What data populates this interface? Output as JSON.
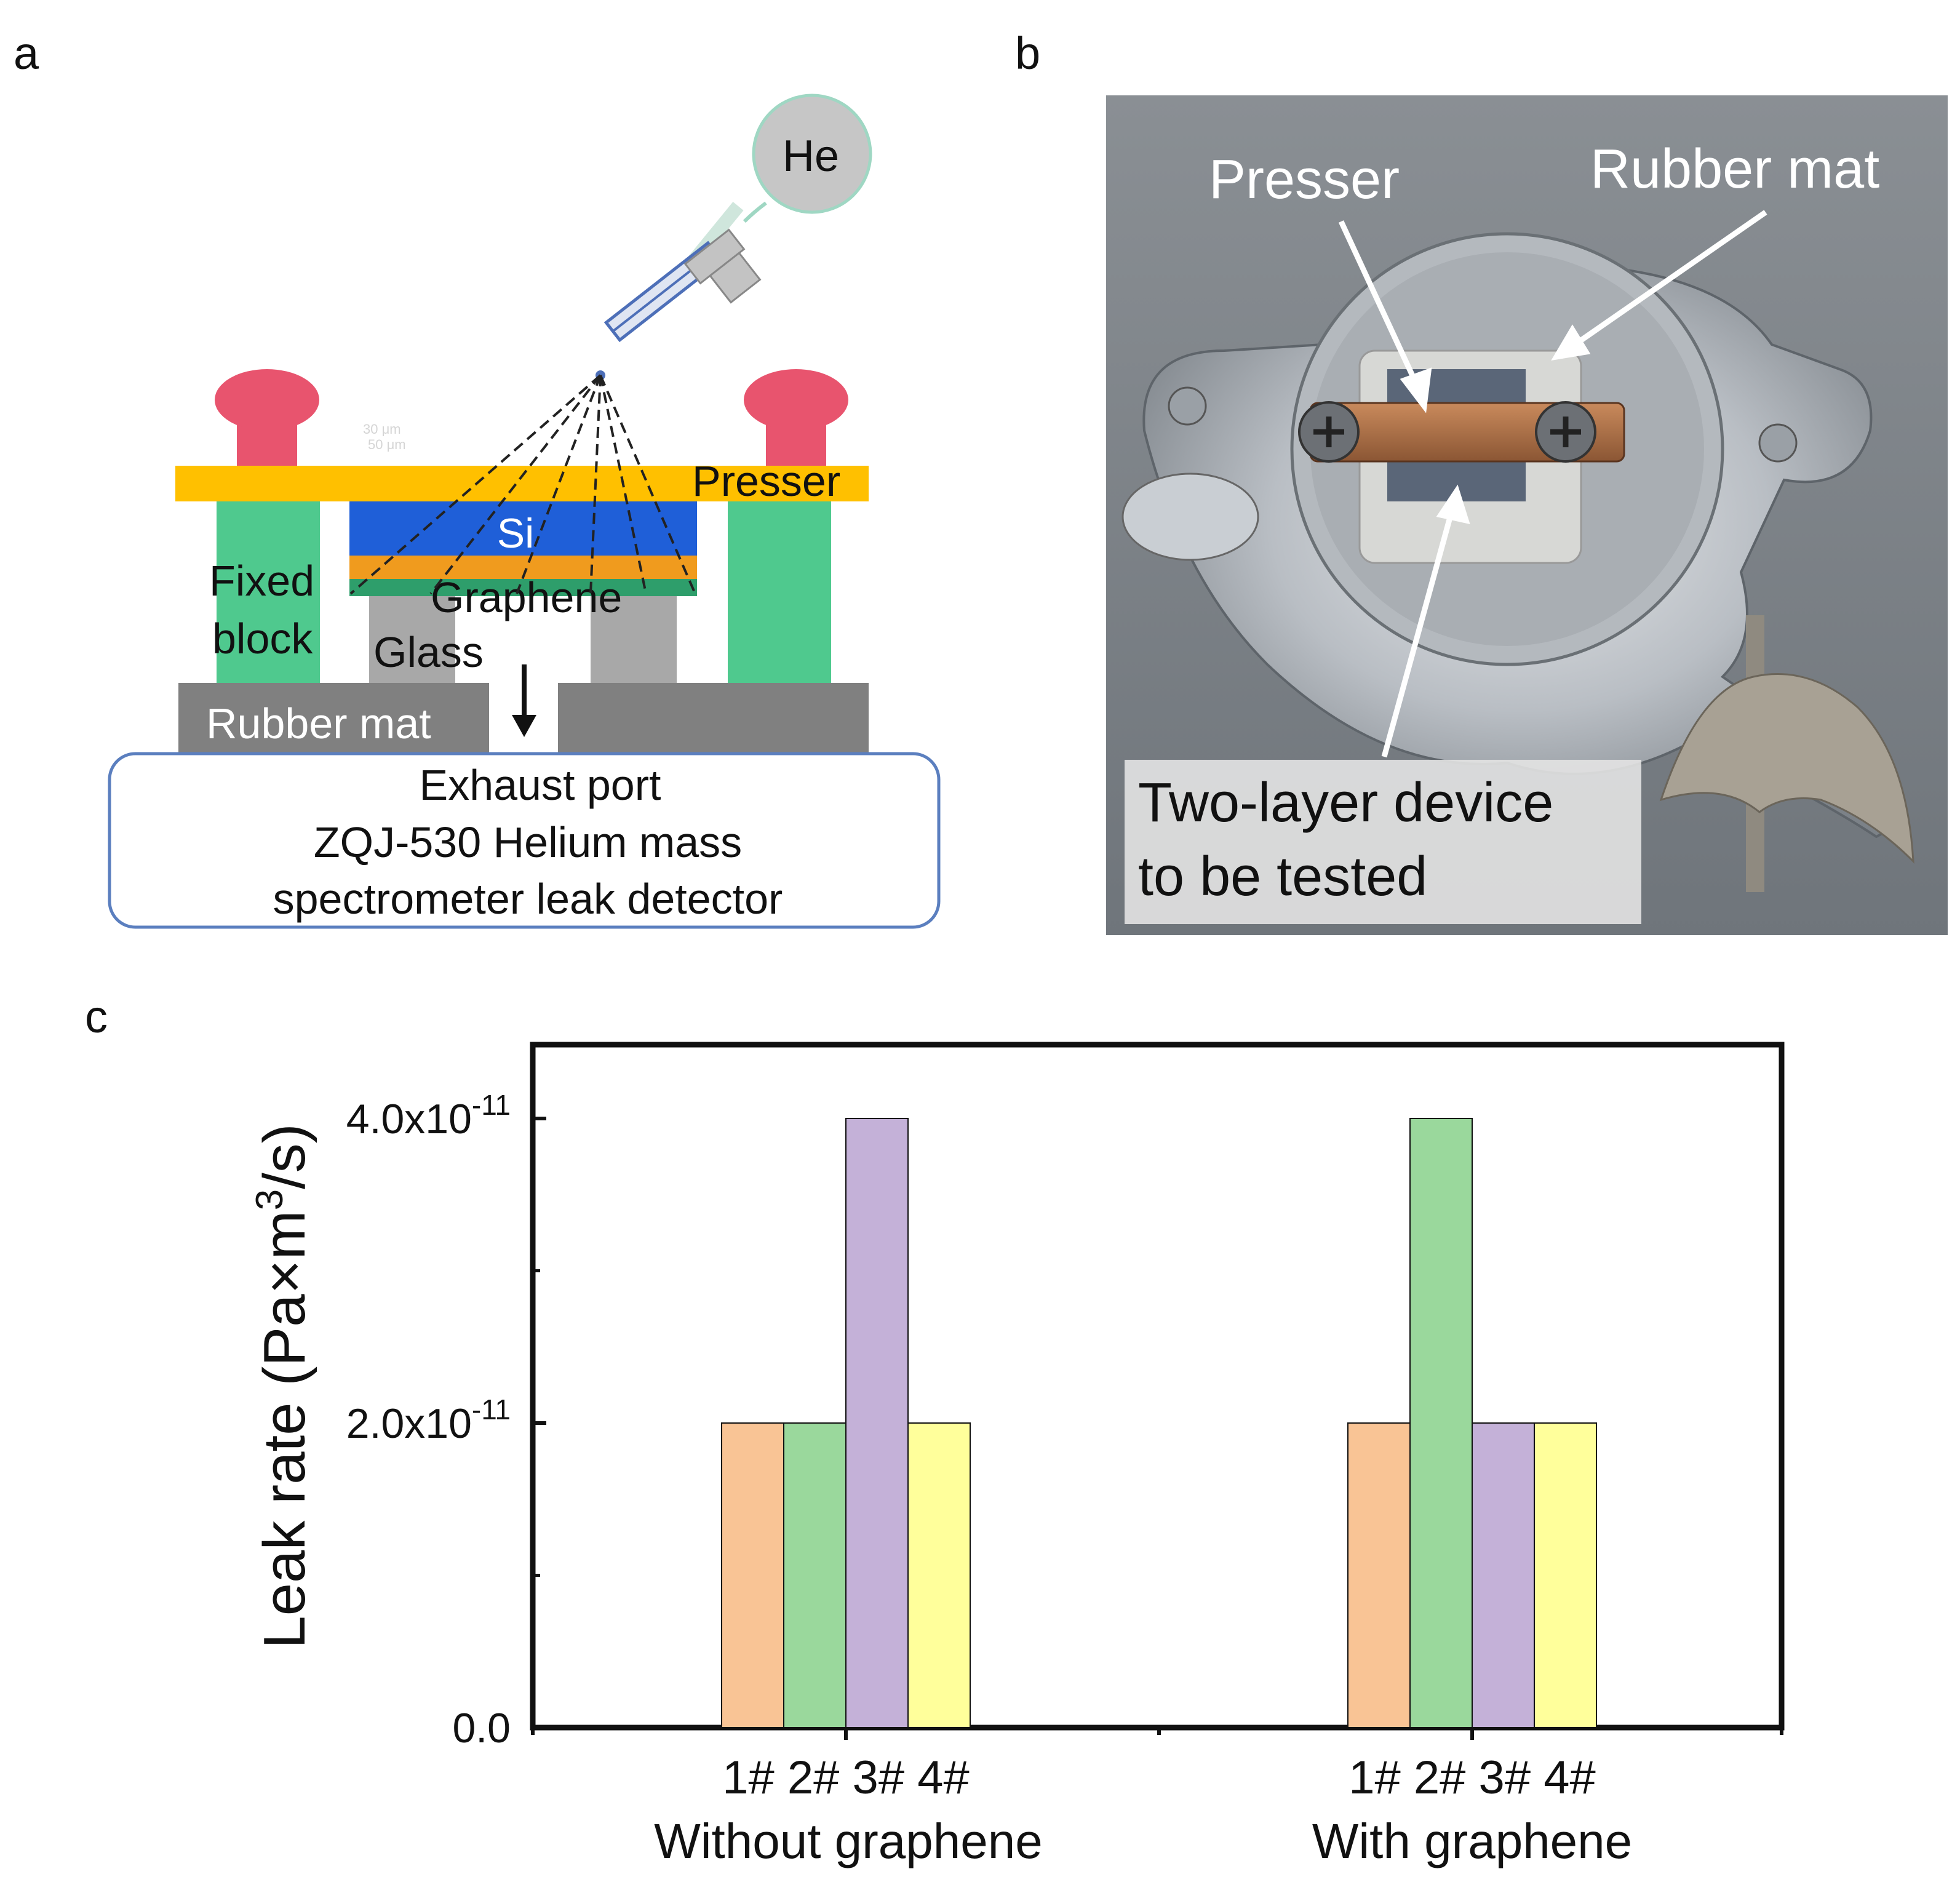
{
  "panels": {
    "a": {
      "label": "a",
      "he": "He",
      "presser": "Presser",
      "si": "Si",
      "graphene": "Graphene",
      "fixed_block_line1": "Fixed",
      "fixed_block_line2": "block",
      "glass": "Glass",
      "rubber_mat": "Rubber mat",
      "detector_line1": "Exhaust port",
      "detector_line2": "ZQJ-530 Helium mass",
      "detector_line3": "spectrometer leak detector",
      "faint_text_line1": "30 μm",
      "faint_text_line2": "50 μm"
    },
    "b": {
      "label": "b",
      "presser": "Presser",
      "rubber_mat": "Rubber mat",
      "device_line1": "Two-layer device",
      "device_line2": "to be tested"
    },
    "c": {
      "label": "c"
    }
  },
  "colors": {
    "presser": "#FFC000",
    "si": "#1F5FD8",
    "graphene_layer": "#F09B1E",
    "graphene_base": "#2E9E6B",
    "fixed_block": "#4FC98E",
    "knob": "#E8546E",
    "glass": "#A8A8A8",
    "rubber": "#808080",
    "detector_border": "#5B7FBF",
    "bar1": "#F9C495",
    "bar2": "#9AD89C",
    "bar3": "#C4B1D8",
    "bar4": "#FFFF9B"
  },
  "chart_data": {
    "type": "bar",
    "categories": [
      "Without graphene",
      "With graphene"
    ],
    "sublabels": [
      "1#",
      "2#",
      "3#",
      "4#"
    ],
    "series": [
      {
        "name": "1#",
        "values": [
          2e-11,
          2e-11
        ]
      },
      {
        "name": "2#",
        "values": [
          2e-11,
          4e-11
        ]
      },
      {
        "name": "3#",
        "values": [
          4e-11,
          2e-11
        ]
      },
      {
        "name": "4#",
        "values": [
          2e-11,
          2e-11
        ]
      }
    ],
    "ylabel": "Leak rate (Pa×m³/s)",
    "ylabel_parts": {
      "pre": "Leak rate (Pa×m",
      "sup": "3",
      "post": "/s)"
    },
    "xlabel": "",
    "ylim": [
      0,
      4.5e-11
    ],
    "yticks": [
      {
        "value": 0,
        "label": "0.0",
        "sup": ""
      },
      {
        "value": 2e-11,
        "label": "2.0x10",
        "sup": "-11"
      },
      {
        "value": 4e-11,
        "label": "4.0x10",
        "sup": "-11"
      }
    ],
    "grid": false,
    "legend": "none"
  }
}
